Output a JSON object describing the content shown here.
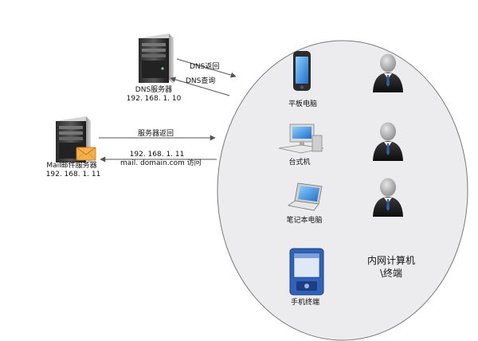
{
  "dns_server": {
    "label": "DNS服务器",
    "ip": "192. 168. 1. 10",
    "icon": "server-icon"
  },
  "mail_server": {
    "label": "Mail邮件服务器",
    "ip": "192. 168. 1. 11",
    "icon": "mail-server-icon"
  },
  "arrows": {
    "dns_return": "DNS返回",
    "dns_query": "DNS查询",
    "server_return": "服务器返回",
    "access_ip": "192. 168. 1. 11",
    "access_domain": "mail. domain.com 访问"
  },
  "devices": {
    "tablet": "平板电脑",
    "desktop": "台式机",
    "laptop": "笔记本电脑",
    "phone": "手机终端"
  },
  "group": {
    "line1": "内网计算机",
    "line2": "\\终端"
  },
  "colors": {
    "ellipse_fill": "#ececee",
    "ellipse_stroke": "#7a7a7a",
    "arrow": "#555555"
  }
}
